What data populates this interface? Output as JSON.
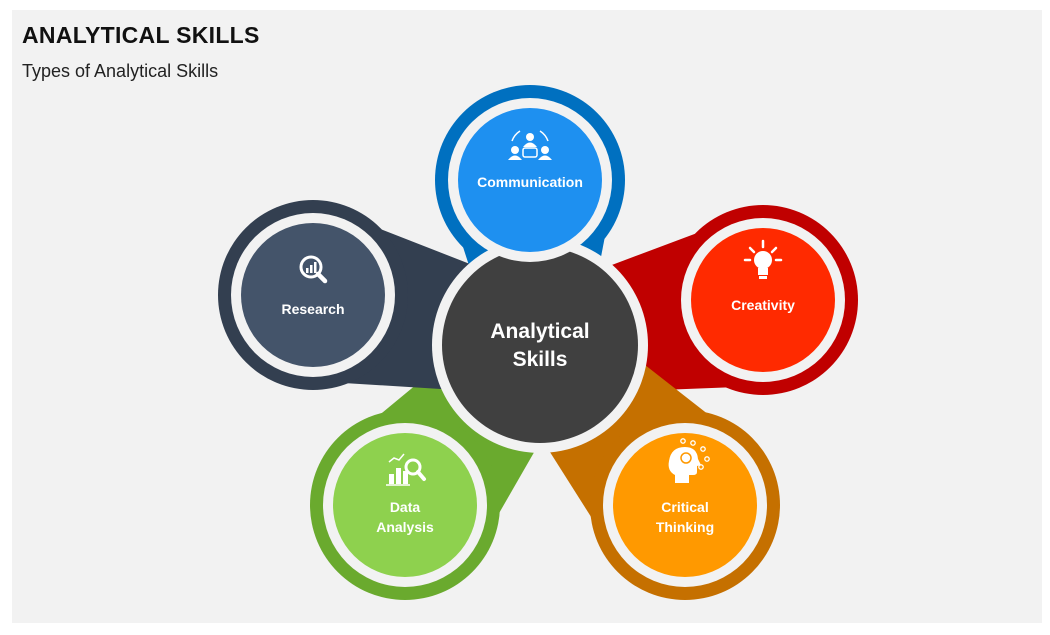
{
  "slide": {
    "title": "ANALYTICAL SKILLS",
    "subtitle": "Types of Analytical Skills"
  },
  "center": {
    "line1": "Analytical",
    "line2": "Skills",
    "color": "#404040"
  },
  "petals": [
    {
      "id": "communication",
      "lines": [
        "Communication"
      ],
      "icon": "communication-icon",
      "outer": "#0070c0",
      "inner": "#1e90f0"
    },
    {
      "id": "creativity",
      "lines": [
        "Creativity"
      ],
      "icon": "lightbulb-icon",
      "outer": "#c00000",
      "inner": "#ff2a00"
    },
    {
      "id": "critical-thinking",
      "lines": [
        "Critical",
        "Thinking"
      ],
      "icon": "brain-head-icon",
      "outer": "#c57000",
      "inner": "#ff9900"
    },
    {
      "id": "data-analysis",
      "lines": [
        "Data",
        "Analysis"
      ],
      "icon": "chart-magnifier-icon",
      "outer": "#6aaa2e",
      "inner": "#8ed14e"
    },
    {
      "id": "research",
      "lines": [
        "Research"
      ],
      "icon": "magnifier-chart-icon",
      "outer": "#333f50",
      "inner": "#44546a"
    }
  ]
}
